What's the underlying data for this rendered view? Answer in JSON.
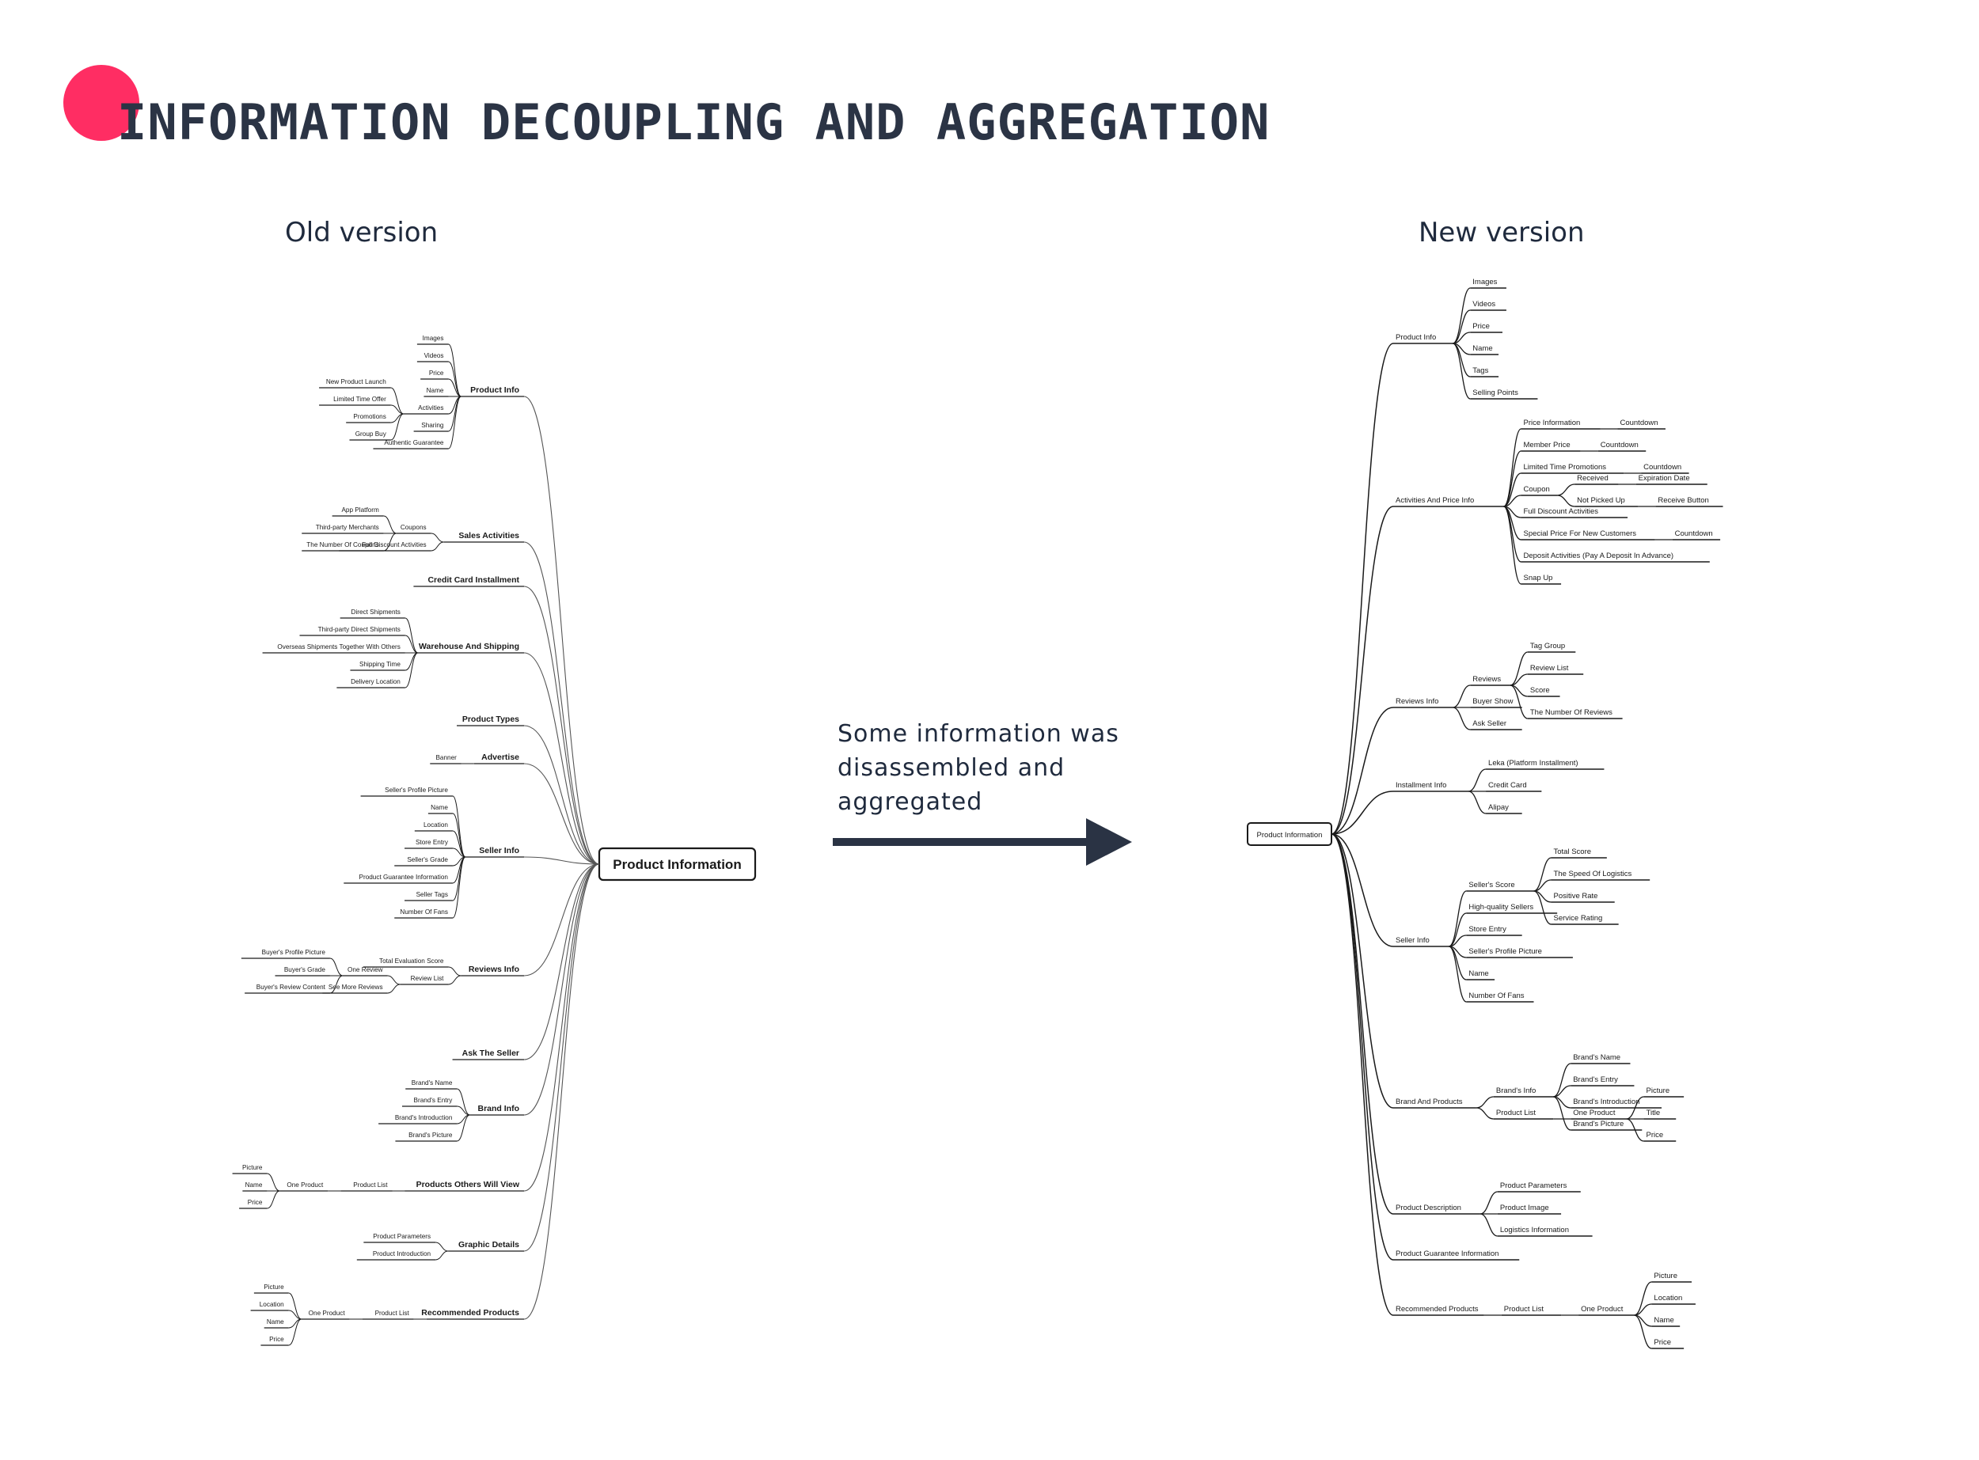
{
  "title": "INFORMATION DECOUPLING AND AGGREGATION",
  "old_label": "Old version",
  "new_label": "New version",
  "caption": [
    "Some information was",
    "disassembled and",
    "aggregated"
  ],
  "colors": {
    "accent": "#ff2d63",
    "title": "#2b3445",
    "arrow": "#2a3344",
    "line": "#1a1a1a"
  },
  "old_tree": {
    "label": "Product Information",
    "children": [
      {
        "label": "Product Info",
        "children": [
          {
            "label": "Images"
          },
          {
            "label": "Videos"
          },
          {
            "label": "Price"
          },
          {
            "label": "Name"
          },
          {
            "label": "Activities",
            "children": [
              {
                "label": "New Product Launch"
              },
              {
                "label": "Limited Time Offer"
              },
              {
                "label": "Promotions"
              },
              {
                "label": "Group Buy"
              }
            ]
          },
          {
            "label": "Sharing"
          },
          {
            "label": "Authentic Guarantee"
          }
        ]
      },
      {
        "label": "Sales Activities",
        "children": [
          {
            "label": "Coupons",
            "children": [
              {
                "label": "App Platform"
              },
              {
                "label": "Third-party Merchants"
              },
              {
                "label": "The Number Of Coupons"
              }
            ]
          },
          {
            "label": "Full Discount Activities"
          }
        ]
      },
      {
        "label": "Credit Card Installment"
      },
      {
        "label": "Warehouse And Shipping",
        "children": [
          {
            "label": "Direct Shipments"
          },
          {
            "label": "Third-party Direct Shipments"
          },
          {
            "label": "Overseas Shipments Together With Others"
          },
          {
            "label": "Shipping Time"
          },
          {
            "label": "Delivery Location"
          }
        ]
      },
      {
        "label": "Product Types"
      },
      {
        "label": "Advertise",
        "children": [
          {
            "label": "Banner"
          }
        ]
      },
      {
        "label": "Seller Info",
        "children": [
          {
            "label": "Seller's Profile Picture"
          },
          {
            "label": "Name"
          },
          {
            "label": "Location"
          },
          {
            "label": "Store Entry"
          },
          {
            "label": "Seller's Grade"
          },
          {
            "label": "Product Guarantee Information"
          },
          {
            "label": "Seller Tags"
          },
          {
            "label": "Number Of Fans"
          }
        ]
      },
      {
        "label": "Reviews Info",
        "children": [
          {
            "label": "Total Evaluation Score"
          },
          {
            "label": "Review List",
            "children": [
              {
                "label": "One Review",
                "children": [
                  {
                    "label": "Buyer's Profile Picture"
                  },
                  {
                    "label": "Buyer's Grade"
                  },
                  {
                    "label": "Buyer's Review Content"
                  }
                ]
              },
              {
                "label": "See More Reviews"
              }
            ]
          }
        ]
      },
      {
        "label": "Ask The Seller"
      },
      {
        "label": "Brand Info",
        "children": [
          {
            "label": "Brand's Name"
          },
          {
            "label": "Brand's Entry"
          },
          {
            "label": "Brand's Introduction"
          },
          {
            "label": "Brand's Picture"
          }
        ]
      },
      {
        "label": "Products Others Will View",
        "children": [
          {
            "label": "Product List",
            "children": [
              {
                "label": "One Product",
                "children": [
                  {
                    "label": "Picture"
                  },
                  {
                    "label": "Name"
                  },
                  {
                    "label": "Price"
                  }
                ]
              }
            ]
          }
        ]
      },
      {
        "label": "Graphic Details",
        "children": [
          {
            "label": "Product Parameters"
          },
          {
            "label": "Product Introduction"
          }
        ]
      },
      {
        "label": "Recommended Products",
        "children": [
          {
            "label": "Product List",
            "children": [
              {
                "label": "One Product",
                "children": [
                  {
                    "label": "Picture"
                  },
                  {
                    "label": "Location"
                  },
                  {
                    "label": "Name"
                  },
                  {
                    "label": "Price"
                  }
                ]
              }
            ]
          }
        ]
      }
    ]
  },
  "new_tree": {
    "label": "Product Information",
    "children": [
      {
        "label": "Product Info",
        "children": [
          {
            "label": "Images"
          },
          {
            "label": "Videos"
          },
          {
            "label": "Price"
          },
          {
            "label": "Name"
          },
          {
            "label": "Tags"
          },
          {
            "label": "Selling Points"
          }
        ]
      },
      {
        "label": "Activities And Price Info",
        "children": [
          {
            "label": "Price Information",
            "children": [
              {
                "label": "Countdown"
              }
            ]
          },
          {
            "label": "Member Price",
            "children": [
              {
                "label": "Countdown"
              }
            ]
          },
          {
            "label": "Limited Time Promotions",
            "children": [
              {
                "label": "Countdown"
              }
            ]
          },
          {
            "label": "Coupon",
            "children": [
              {
                "label": "Received",
                "children": [
                  {
                    "label": "Expiration Date"
                  }
                ]
              },
              {
                "label": "Not Picked Up",
                "children": [
                  {
                    "label": "Receive Button"
                  }
                ]
              }
            ]
          },
          {
            "label": "Full Discount Activities"
          },
          {
            "label": "Special Price For New Customers",
            "children": [
              {
                "label": "Countdown"
              }
            ]
          },
          {
            "label": "Deposit Activities (Pay A Deposit In Advance)"
          },
          {
            "label": "Snap Up"
          }
        ]
      },
      {
        "label": "Reviews Info",
        "children": [
          {
            "label": "Reviews",
            "children": [
              {
                "label": "Tag Group"
              },
              {
                "label": "Review List"
              },
              {
                "label": "Score"
              },
              {
                "label": "The Number Of Reviews"
              }
            ]
          },
          {
            "label": "Buyer Show"
          },
          {
            "label": "Ask Seller"
          }
        ]
      },
      {
        "label": "Installment Info",
        "children": [
          {
            "label": "Leka (Platform Installment)"
          },
          {
            "label": "Credit Card"
          },
          {
            "label": "Alipay"
          }
        ]
      },
      {
        "label": "Seller Info",
        "children": [
          {
            "label": "Seller's Score",
            "children": [
              {
                "label": "Total Score"
              },
              {
                "label": "The Speed Of Logistics"
              },
              {
                "label": "Positive Rate"
              },
              {
                "label": "Service Rating"
              }
            ]
          },
          {
            "label": "High-quality Sellers"
          },
          {
            "label": "Store Entry"
          },
          {
            "label": "Seller's Profile Picture"
          },
          {
            "label": "Name"
          },
          {
            "label": "Number Of Fans"
          }
        ]
      },
      {
        "label": "Brand And Products",
        "children": [
          {
            "label": "Brand's Info",
            "children": [
              {
                "label": "Brand's Name"
              },
              {
                "label": "Brand's Entry"
              },
              {
                "label": "Brand's Introduction"
              },
              {
                "label": "Brand's Picture"
              }
            ]
          },
          {
            "label": "Product List",
            "children": [
              {
                "label": "One Product",
                "children": [
                  {
                    "label": "Picture"
                  },
                  {
                    "label": "Title"
                  },
                  {
                    "label": "Price"
                  }
                ]
              }
            ]
          }
        ]
      },
      {
        "label": "Product Description",
        "children": [
          {
            "label": "Product Parameters"
          },
          {
            "label": "Product Image"
          },
          {
            "label": "Logistics Information"
          }
        ]
      },
      {
        "label": "Product Guarantee Information"
      },
      {
        "label": "Recommended Products",
        "children": [
          {
            "label": "Product List",
            "children": [
              {
                "label": "One Product",
                "children": [
                  {
                    "label": "Picture"
                  },
                  {
                    "label": "Location"
                  },
                  {
                    "label": "Name"
                  },
                  {
                    "label": "Price"
                  }
                ]
              }
            ]
          }
        ]
      }
    ]
  }
}
